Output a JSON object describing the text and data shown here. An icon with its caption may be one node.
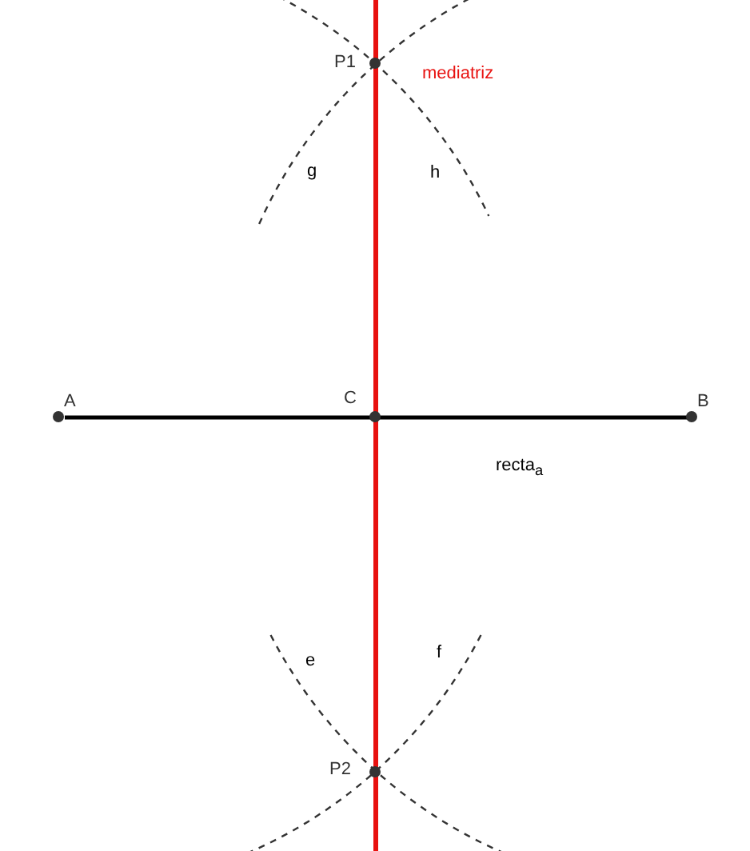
{
  "diagram": {
    "nodes": [
      {
        "text": [
          "P1"
        ]
      },
      {
        "text": [
          "A"
        ]
      },
      {
        "text": [
          "C"
        ]
      },
      {
        "text": [
          "B"
        ]
      },
      {
        "text": [
          "P2"
        ]
      }
    ],
    "edges": [
      {
        "from": 1,
        "to": 3,
        "arrow": "none",
        "label": "recta$_{a}$"
      }
    ],
    "labels": [
      "mediatriz",
      "g",
      "h",
      "e",
      "f"
    ]
  }
}
